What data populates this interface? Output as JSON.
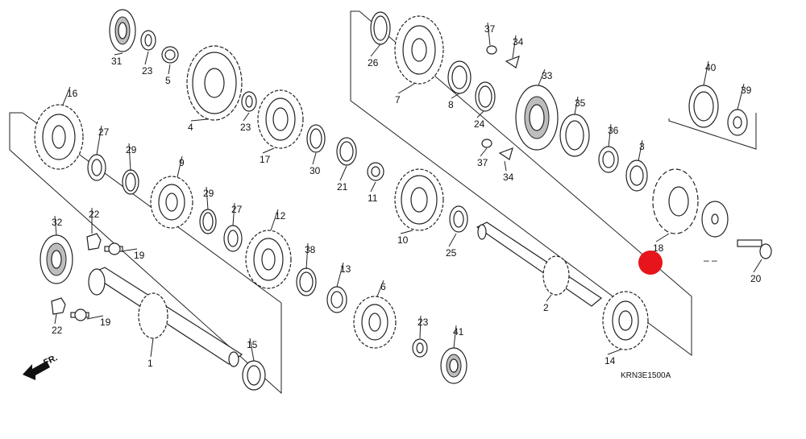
{
  "diagram": {
    "code": "KRN3E1500A",
    "direction_label": "FR.",
    "blank_label": "– –",
    "highlight_color": "#e8141c",
    "parts": [
      {
        "num": "31"
      },
      {
        "num": "23"
      },
      {
        "num": "5"
      },
      {
        "num": "4"
      },
      {
        "num": "23"
      },
      {
        "num": "17"
      },
      {
        "num": "30"
      },
      {
        "num": "21"
      },
      {
        "num": "11"
      },
      {
        "num": "10"
      },
      {
        "num": "25"
      },
      {
        "num": "16"
      },
      {
        "num": "27"
      },
      {
        "num": "29"
      },
      {
        "num": "9"
      },
      {
        "num": "29"
      },
      {
        "num": "27"
      },
      {
        "num": "12"
      },
      {
        "num": "38"
      },
      {
        "num": "13"
      },
      {
        "num": "6"
      },
      {
        "num": "23"
      },
      {
        "num": "41"
      },
      {
        "num": "32"
      },
      {
        "num": "22"
      },
      {
        "num": "19"
      },
      {
        "num": "22"
      },
      {
        "num": "19"
      },
      {
        "num": "1"
      },
      {
        "num": "15"
      },
      {
        "num": "26"
      },
      {
        "num": "7"
      },
      {
        "num": "8"
      },
      {
        "num": "37"
      },
      {
        "num": "34"
      },
      {
        "num": "24"
      },
      {
        "num": "33"
      },
      {
        "num": "35"
      },
      {
        "num": "37"
      },
      {
        "num": "34"
      },
      {
        "num": "36"
      },
      {
        "num": "3"
      },
      {
        "num": "18"
      },
      {
        "num": "2"
      },
      {
        "num": "14"
      },
      {
        "num": "40"
      },
      {
        "num": "39"
      },
      {
        "num": "20"
      }
    ]
  }
}
